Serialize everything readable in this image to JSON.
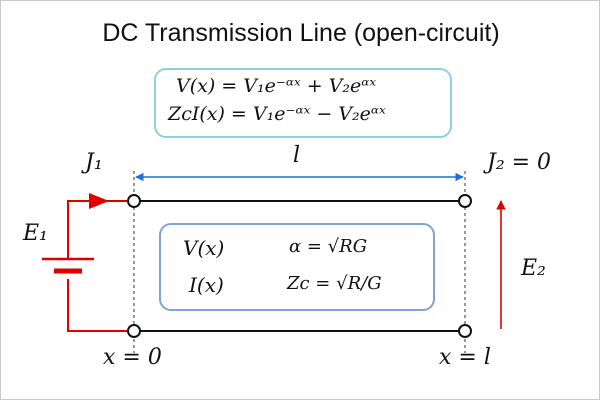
{
  "title": "DC Transmission Line (open-circuit)",
  "top_box": {
    "eq1": "V(x) = V₁e⁻ᵅˣ + V₂eᵅˣ",
    "eq2": "ZcI(x) = V₁e⁻ᵅˣ − V₂eᵅˣ"
  },
  "mid_box": {
    "vx": "V(x)",
    "ix": "I(x)",
    "alpha": "α = √RG",
    "zc": "Zc = √R/G"
  },
  "labels": {
    "j1": "J₁",
    "j2": "J₂ = 0",
    "l": "l",
    "e1": "E₁",
    "e2": "E₂",
    "x0": "x = 0",
    "xl": "x = l"
  },
  "colors": {
    "source_wire": "#e00000",
    "length_arrow": "#1f6fd6",
    "top_box_border": "#8ecfe0",
    "mid_box_border": "#7ea5d2"
  }
}
